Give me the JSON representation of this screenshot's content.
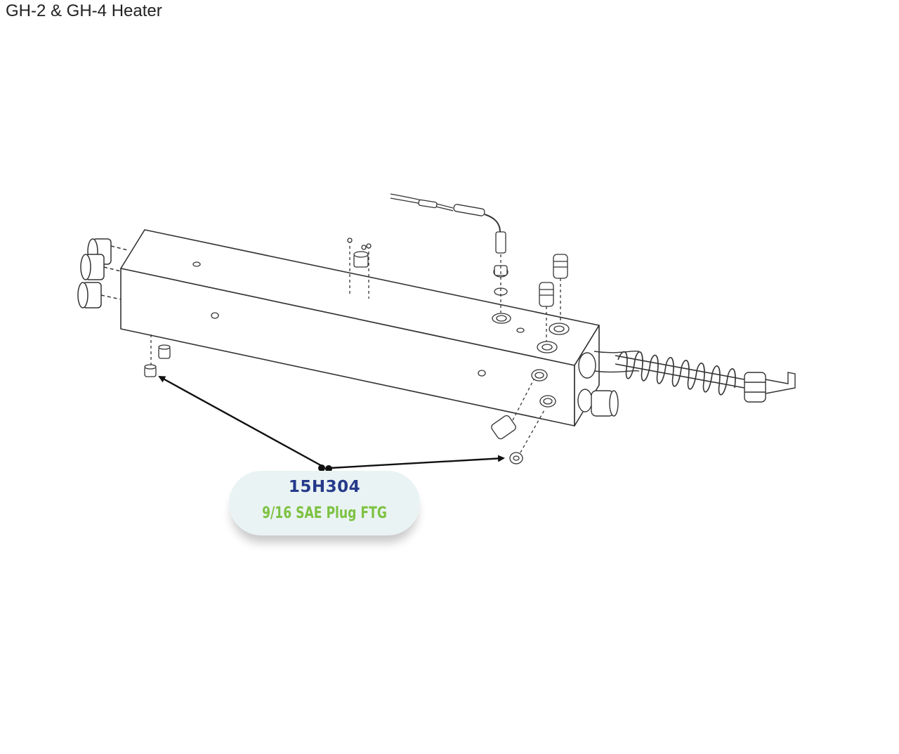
{
  "page": {
    "title": "GH-2 & GH-4 Heater"
  },
  "callout": {
    "part_number": "15H304",
    "description": "9/16 SAE Plug FTG"
  },
  "colors": {
    "part_number": "#263a8a",
    "description": "#7dc242",
    "callout_bg": "#eaf3f4",
    "line_art": "#333333"
  }
}
